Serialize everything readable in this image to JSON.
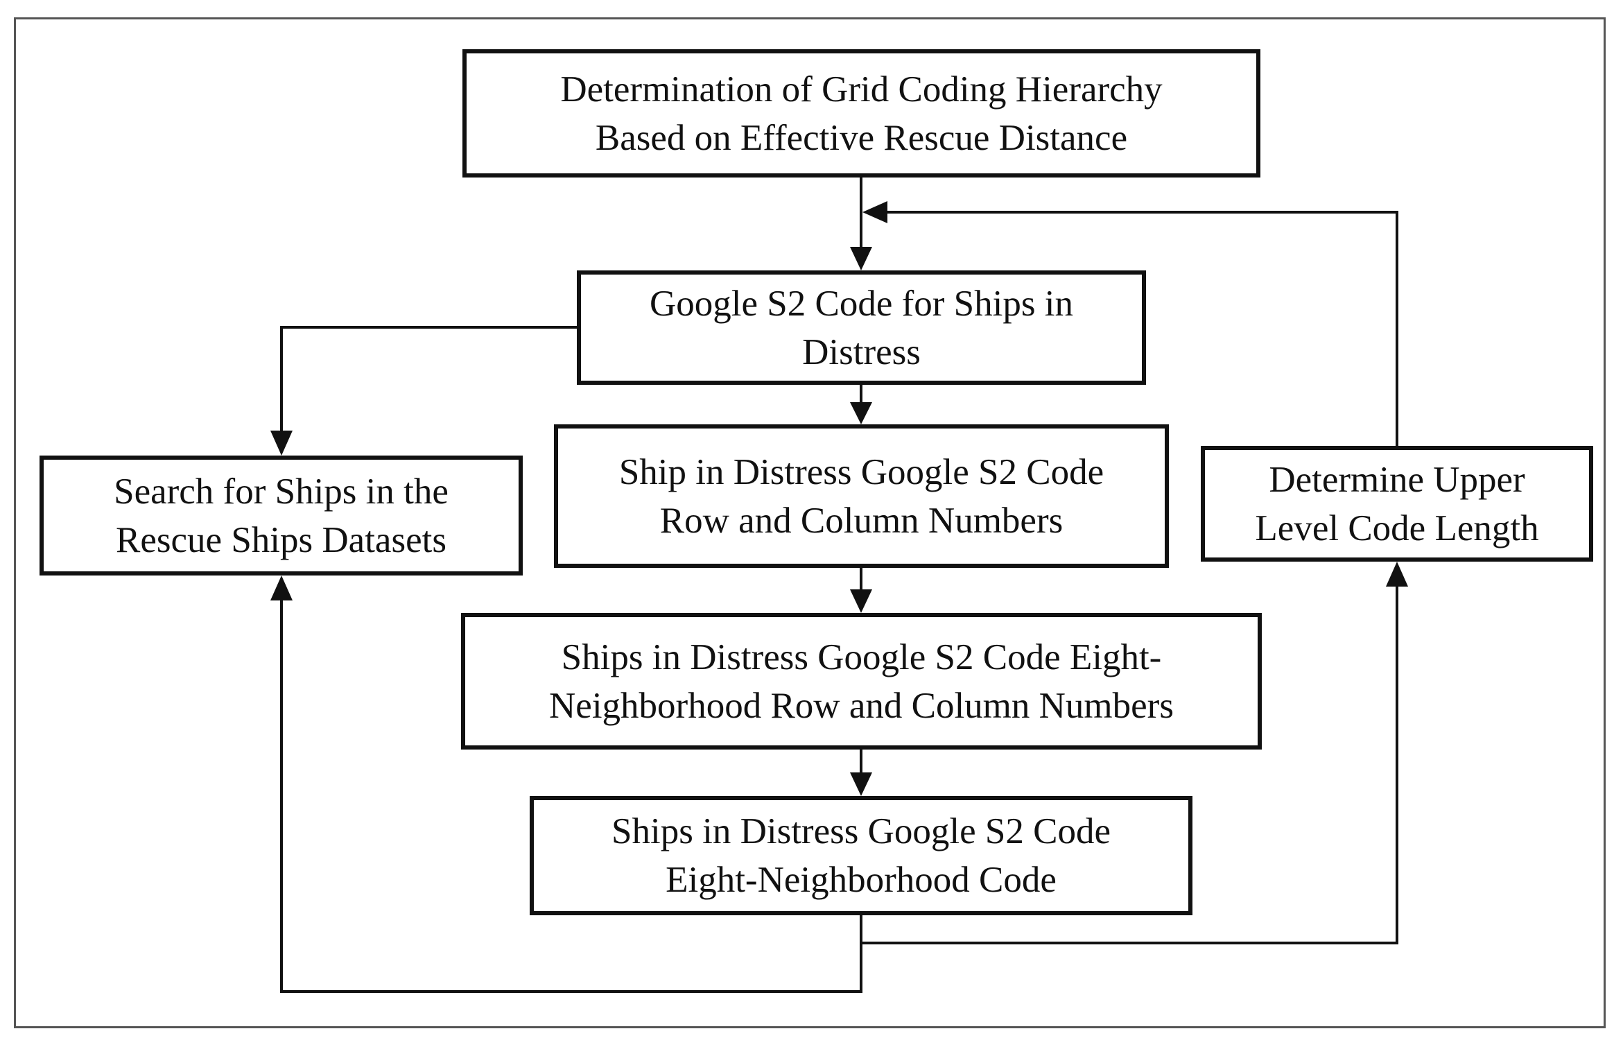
{
  "diagram": {
    "nodes": [
      {
        "id": "grid-hierarchy",
        "text": "Determination of Grid Coding Hierarchy\nBased on Effective Rescue Distance"
      },
      {
        "id": "s2-code",
        "text": "Google S2 Code for Ships in\nDistress"
      },
      {
        "id": "row-col",
        "text": "Ship in Distress Google S2 Code\nRow and Column Numbers"
      },
      {
        "id": "eight-neighborhood-rowcol",
        "text": "Ships in Distress Google S2 Code Eight-\nNeighborhood Row and Column Numbers"
      },
      {
        "id": "eight-neighborhood-code",
        "text": "Ships in Distress Google S2 Code\nEight-Neighborhood Code"
      },
      {
        "id": "search",
        "text": "Search for Ships in the\nRescue Ships Datasets"
      },
      {
        "id": "upper-level",
        "text": "Determine Upper\nLevel Code Length"
      }
    ],
    "edges": [
      {
        "from": "grid-hierarchy",
        "to": "s2-code"
      },
      {
        "from": "s2-code",
        "to": "row-col"
      },
      {
        "from": "row-col",
        "to": "eight-neighborhood-rowcol"
      },
      {
        "from": "eight-neighborhood-rowcol",
        "to": "eight-neighborhood-code"
      },
      {
        "from": "s2-code",
        "to": "search"
      },
      {
        "from": "eight-neighborhood-code",
        "to": "search"
      },
      {
        "from": "eight-neighborhood-code",
        "to": "upper-level"
      },
      {
        "from": "upper-level",
        "to": "s2-code"
      }
    ]
  }
}
